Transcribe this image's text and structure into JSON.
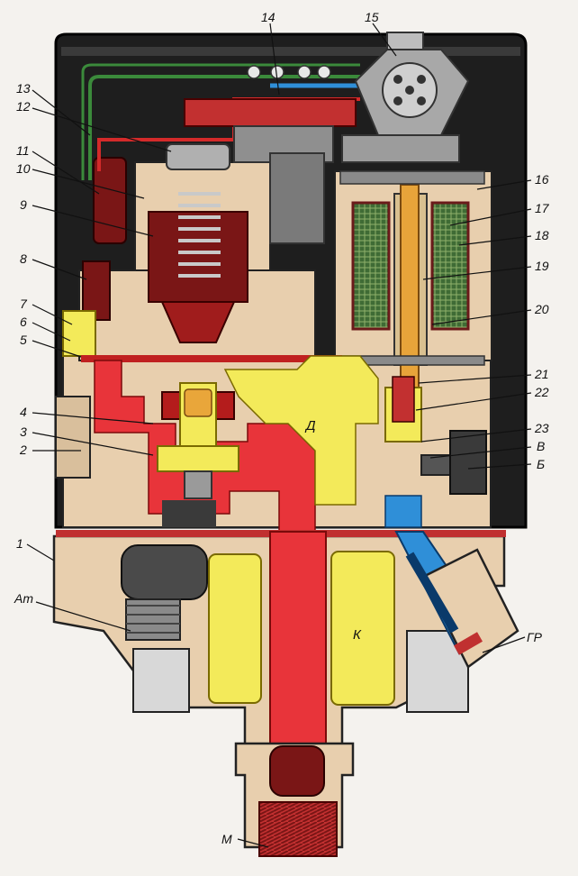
{
  "labels": {
    "n1": "1",
    "n2": "2",
    "n3": "3",
    "n4": "4",
    "n5": "5",
    "n6": "6",
    "n7": "7",
    "n8": "8",
    "n9": "9",
    "n10": "10",
    "n11": "11",
    "n12": "12",
    "n13": "13",
    "n14": "14",
    "n15": "15",
    "n16": "16",
    "n17": "17",
    "n18": "18",
    "n19": "19",
    "n20": "20",
    "n21": "21",
    "n22": "22",
    "n23": "23",
    "v": "В",
    "b": "Б",
    "at": "Ат",
    "gr": "ГР",
    "m": "М"
  },
  "zones": {
    "d": "Д",
    "k": "К"
  },
  "colors": {
    "housing": "#2a2a2a",
    "body": "#e8cfae",
    "pressure_red": "#e8343a",
    "control_yellow": "#f3ea5a",
    "hydraulic_blue": "#2f8fd8",
    "dark_red": "#8c1a1a",
    "coil_green": "#4a7a3a",
    "metal_gray": "#9a9a9a"
  }
}
